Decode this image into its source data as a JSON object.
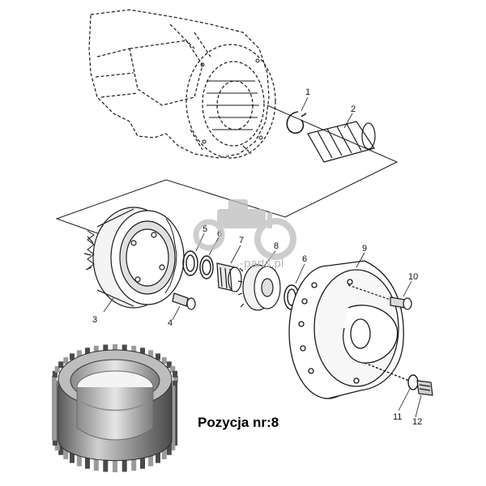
{
  "caption": "Pozycja nr:8",
  "watermark": "-parts.pl",
  "callouts": [
    "1",
    "2",
    "3",
    "4",
    "5",
    "6",
    "7",
    "8",
    "6",
    "9",
    "10",
    "11",
    "12"
  ],
  "colors": {
    "ink": "#1a1a1a",
    "watermark": "#bdbdbd",
    "gear_dark": "#3a3a3a",
    "gear_light": "#d8d8d8"
  }
}
